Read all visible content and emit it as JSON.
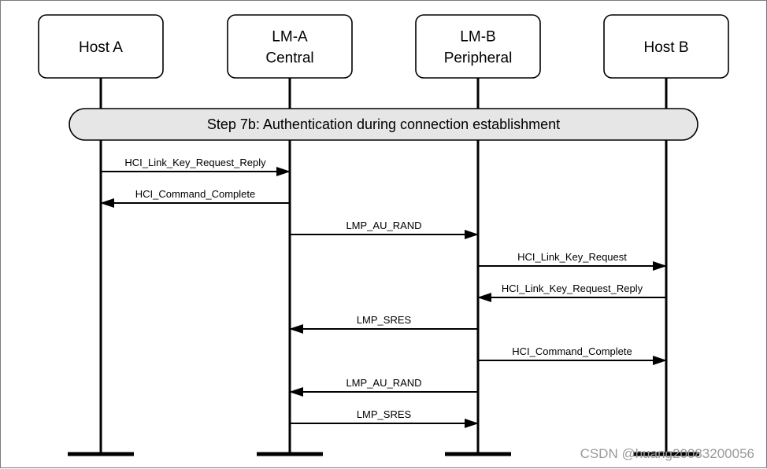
{
  "participants": [
    {
      "id": "hostA",
      "lines": [
        "Host A"
      ]
    },
    {
      "id": "lmA",
      "lines": [
        "LM-A",
        "Central"
      ]
    },
    {
      "id": "lmB",
      "lines": [
        "LM-B",
        "Peripheral"
      ]
    },
    {
      "id": "hostB",
      "lines": [
        "Host B"
      ]
    }
  ],
  "step_banner": "Step 7b: Authentication during connection establishment",
  "messages": [
    {
      "from": "hostA",
      "to": "lmA",
      "label": "HCI_Link_Key_Request_Reply"
    },
    {
      "from": "lmA",
      "to": "hostA",
      "label": "HCI_Command_Complete"
    },
    {
      "from": "lmA",
      "to": "lmB",
      "label": "LMP_AU_RAND"
    },
    {
      "from": "lmB",
      "to": "hostB",
      "label": "HCI_Link_Key_Request"
    },
    {
      "from": "hostB",
      "to": "lmB",
      "label": "HCI_Link_Key_Request_Reply"
    },
    {
      "from": "lmB",
      "to": "lmA",
      "label": "LMP_SRES"
    },
    {
      "from": "lmB",
      "to": "hostB",
      "label": "HCI_Command_Complete"
    },
    {
      "from": "lmB",
      "to": "lmA",
      "label": "LMP_AU_RAND"
    },
    {
      "from": "lmA",
      "to": "lmB",
      "label": "LMP_SRES"
    }
  ],
  "watermark": "CSDN @huang20083200056"
}
